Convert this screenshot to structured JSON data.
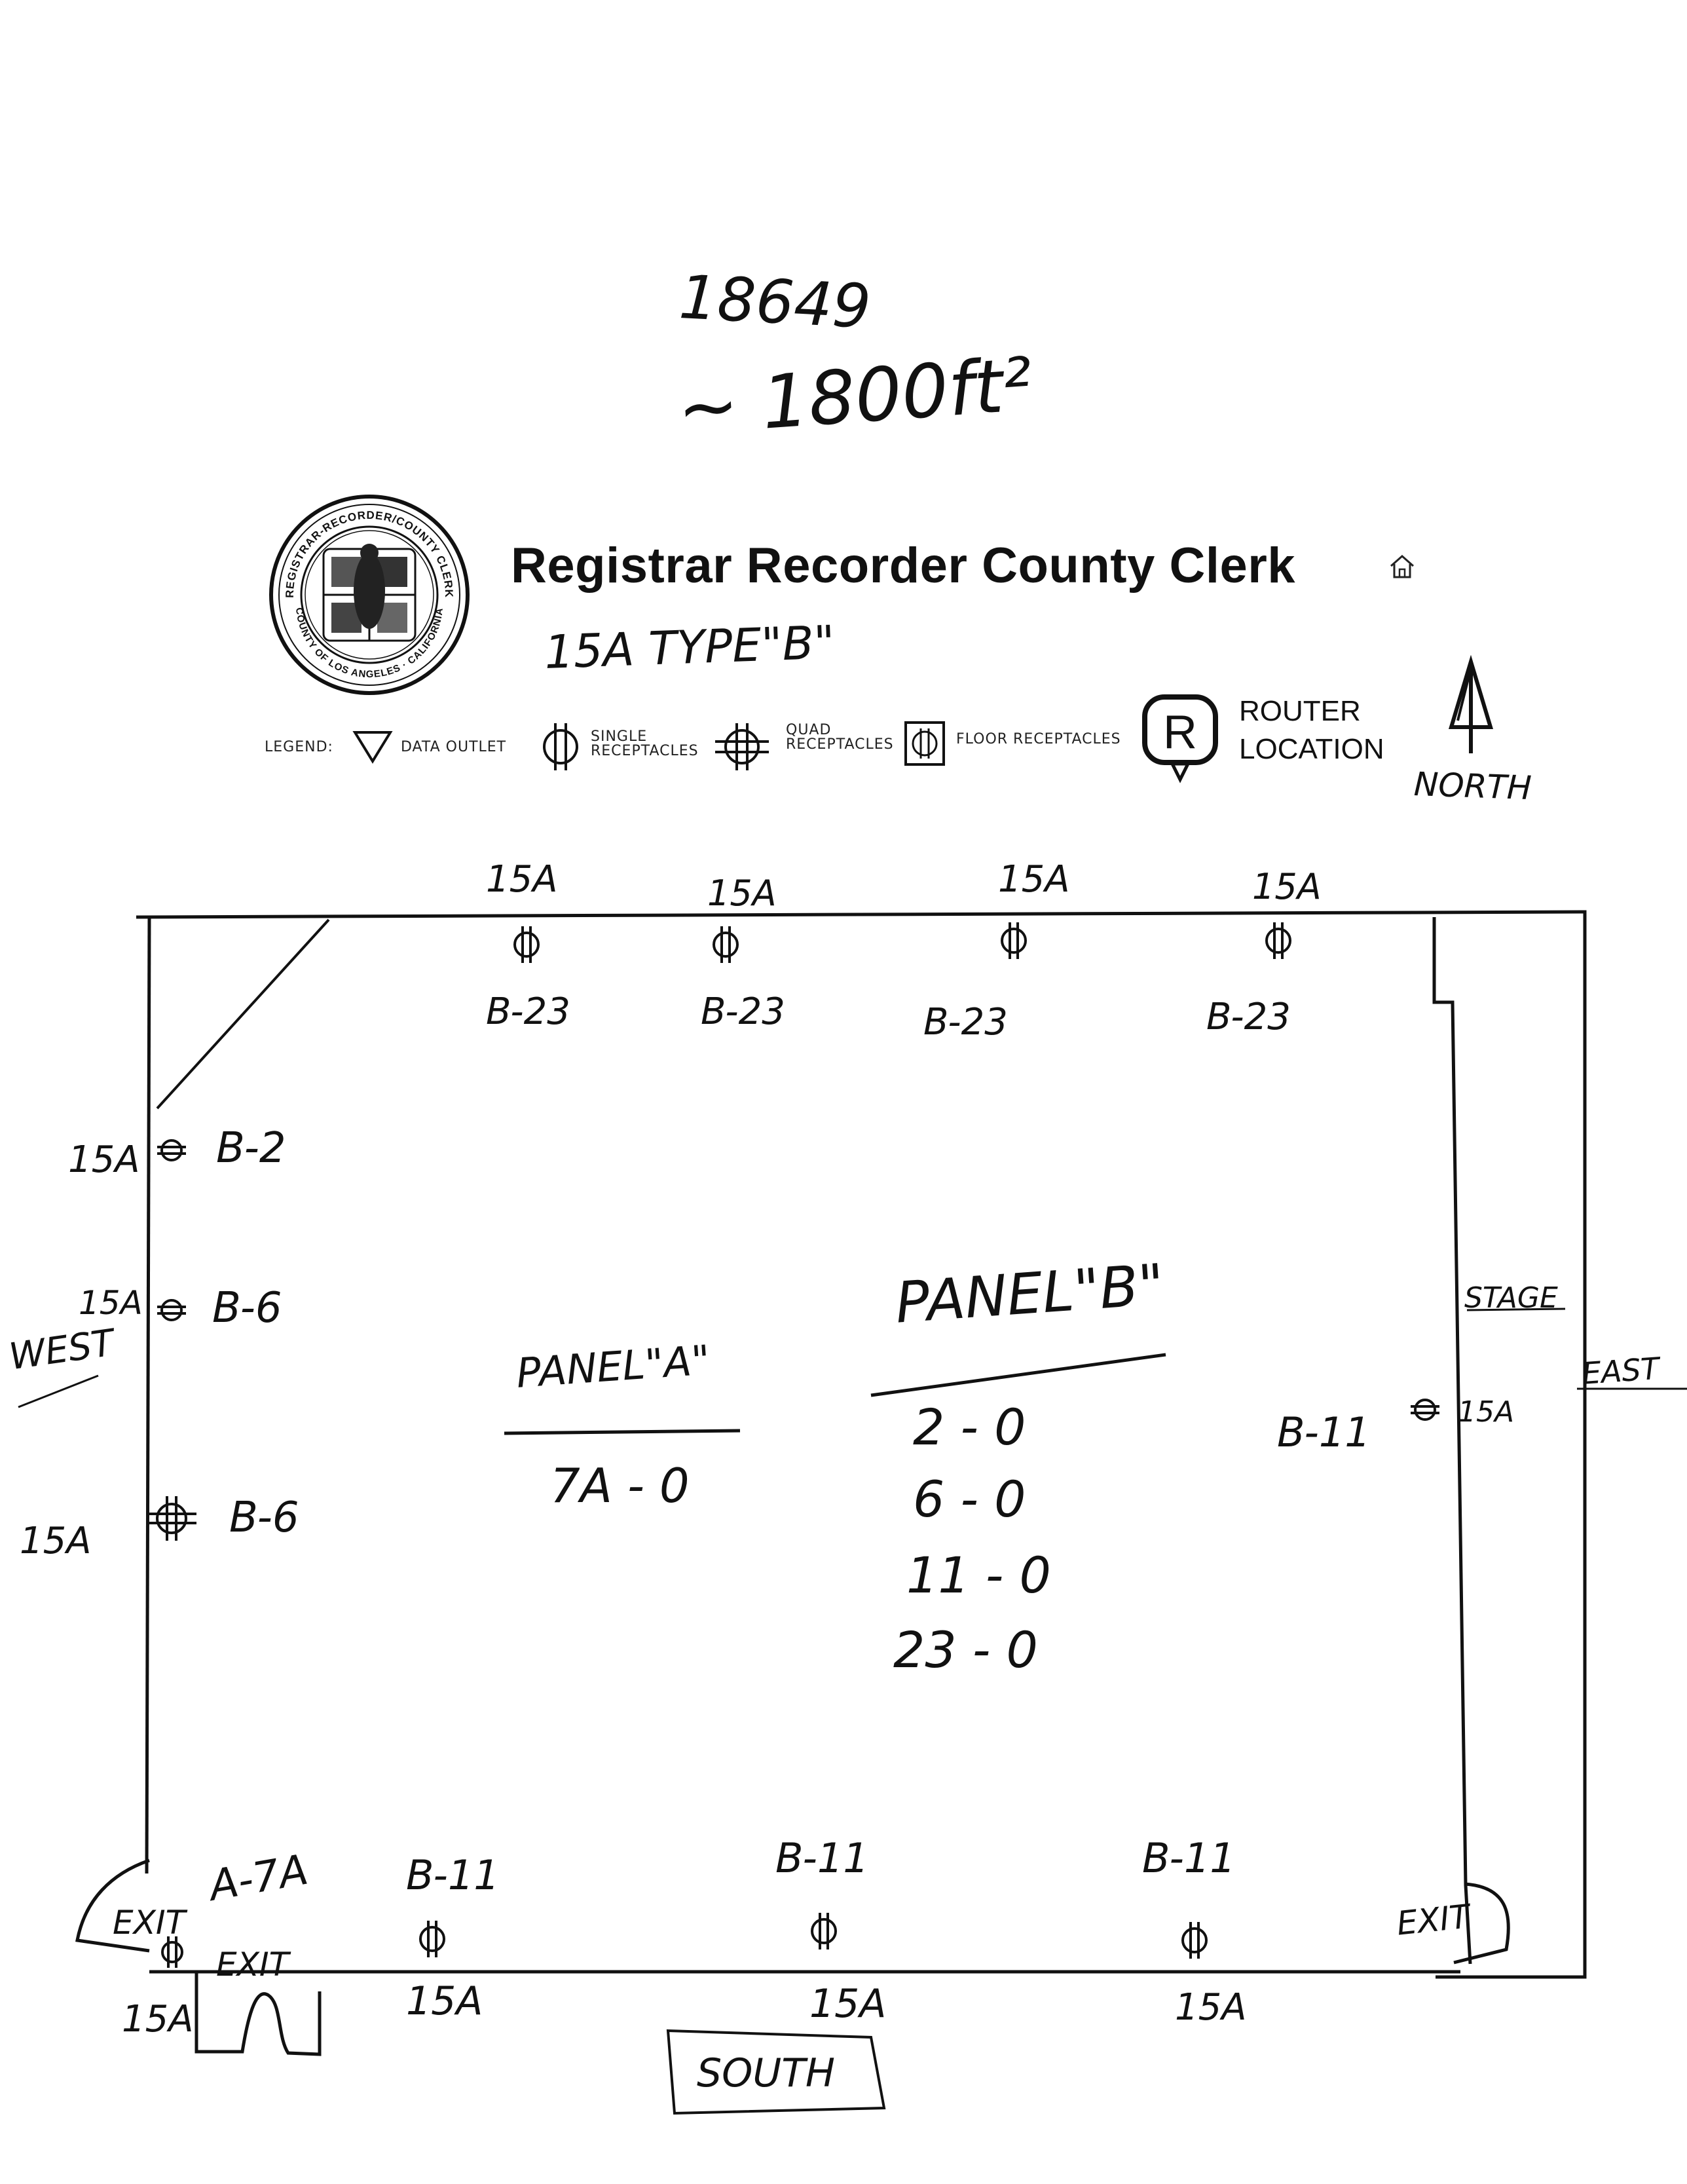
{
  "header": {
    "note_number": "18649",
    "note_area": "~ 1800ft²",
    "title": "Registrar Recorder County Clerk",
    "subtitle": "15A TYPE\"B\""
  },
  "seal": {
    "top_text": "REGISTRAR-RECORDER/COUNTY CLERK",
    "bottom_text": "COUNTY OF LOS ANGELES · CALIFORNIA"
  },
  "legend": {
    "label": "LEGEND:",
    "items": [
      {
        "icon": "triangle-icon",
        "label": "DATA OUTLET"
      },
      {
        "icon": "single-receptacle-icon",
        "label": "SINGLE RECEPTACLES"
      },
      {
        "icon": "quad-receptacle-icon",
        "label": "QUAD RECEPTACLES"
      },
      {
        "icon": "floor-receptacle-icon",
        "label": "FLOOR RECEPTACLES"
      }
    ],
    "router_letter": "R",
    "router_line1": "ROUTER",
    "router_line2": "LOCATION",
    "north": "NORTH"
  },
  "plan": {
    "directions": {
      "west": "WEST",
      "east": "EAST",
      "south": "SOUTH",
      "stage": "STAGE"
    },
    "top_outlets": [
      {
        "amp": "15A",
        "circuit": "B-23"
      },
      {
        "amp": "15A",
        "circuit": "B-23"
      },
      {
        "amp": "15A",
        "circuit": "B-23"
      },
      {
        "amp": "15A",
        "circuit": "B-23"
      }
    ],
    "west_outlets": [
      {
        "amp": "15A",
        "circuit": "B-2"
      },
      {
        "amp": "15A",
        "circuit": "B-6"
      },
      {
        "amp": "15A",
        "circuit": "B-6"
      }
    ],
    "east_outlet": {
      "amp": "15A",
      "circuit": "B-11"
    },
    "bottom_outlets": [
      {
        "amp": "15A",
        "circuit": "B-11"
      },
      {
        "amp": "15A",
        "circuit": "B-11"
      },
      {
        "amp": "15A",
        "circuit": "B-11"
      }
    ],
    "exit_sw": {
      "exit1": "EXIT",
      "exit2": "EXIT",
      "circuit": "A-7A",
      "amp": "15A"
    },
    "exit_se": "EXIT",
    "panel_a": {
      "title": "PANEL\"A\"",
      "rows": [
        "7A - 0"
      ]
    },
    "panel_b": {
      "title": "PANEL\"B\"",
      "rows": [
        "2 - 0",
        "6 - 0",
        "11 - 0",
        "23 - 0"
      ]
    }
  }
}
